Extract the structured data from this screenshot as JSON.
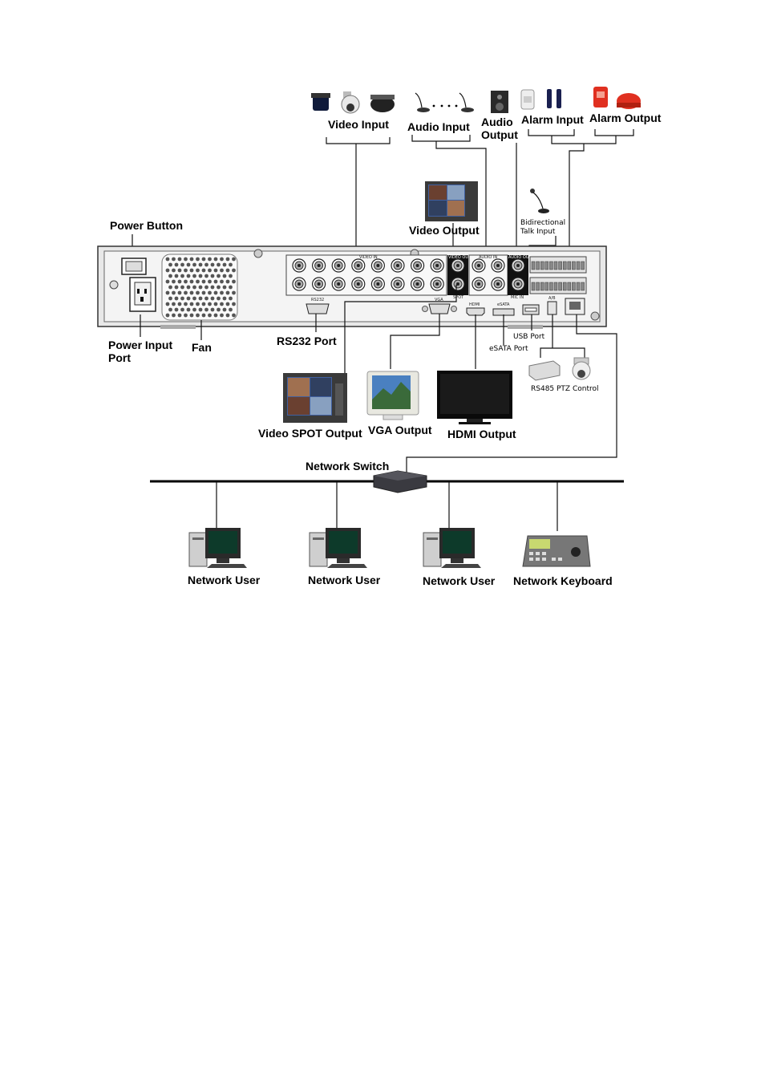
{
  "labels": {
    "video_input": "Video Input",
    "audio_input": "Audio Input",
    "audio_output_1": "Audio",
    "audio_output_2": "Output",
    "alarm_input": "Alarm Input",
    "alarm_output": "Alarm Output",
    "power_button": "Power Button",
    "video_output": "Video Output",
    "bidirectional_1": "Bidirectional",
    "bidirectional_2": "Talk  Input",
    "power_input_1": "Power Input",
    "power_input_2": "Port",
    "fan": "Fan",
    "rs232_port": "RS232 Port",
    "usb_port": "USB Port",
    "esata_port": "eSATA Port",
    "rs485": "RS485 PTZ Control",
    "video_spot_output": "Video SPOT Output",
    "vga_output": "VGA Output",
    "hdmi_output": "HDMI Output",
    "network_switch": "Network Switch",
    "network_users": [
      "Network User",
      "Network User",
      "Network User"
    ],
    "network_keyboard": "Network Keyboard"
  },
  "panel": {
    "video_in": "VIDEO IN",
    "video_out": "VIDEO OUT",
    "audio_in": "AUDIO IN",
    "audio_out": "AUDIO OUT",
    "mic_in": "MIC IN",
    "spot": "SPOT",
    "rs232": "RS232",
    "vga": "VGA",
    "hdmi": "HDMI",
    "esata": "eSATA",
    "ab": "A/B"
  },
  "colors": {
    "panel": "#d9d9d9",
    "screen": "#0a0a0a",
    "siren": "#e03020"
  }
}
